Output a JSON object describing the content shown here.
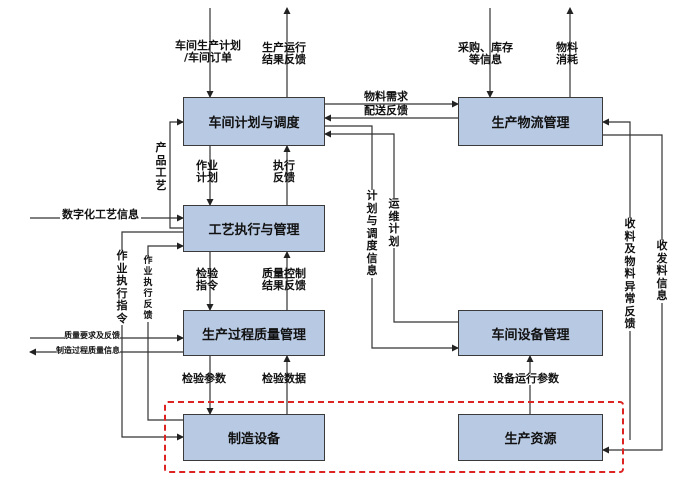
{
  "boxes": {
    "workshop_plan": "车间计划与调度",
    "process_exec": "工艺执行与管理",
    "quality_mgmt": "生产过程质量管理",
    "logistics": "生产物流管理",
    "equipment_mgmt": "车间设备管理",
    "mfg_equipment": "制造设备",
    "production_resources": "生产资源"
  },
  "labels": {
    "top_plan_line1": "车间生产计划",
    "top_plan_line2": "/车间订单",
    "top_feedback_line1": "生产运行",
    "top_feedback_line2": "结果反馈",
    "procure_line1": "采购、库存",
    "procure_line2": "等信息",
    "material_consume_line1": "物料",
    "material_consume_line2": "消耗",
    "material_demand": "物料需求",
    "delivery_feedback": "配送反馈",
    "product_process": "产品工艺",
    "job_plan_line1": "作业",
    "job_plan_line2": "计划",
    "exec_feedback_line1": "执行",
    "exec_feedback_line2": "反馈",
    "digital_process_info": "数字化工艺信息",
    "plan_dispatch_info": "计划与调度信息",
    "ops_plan": "运维计划",
    "receive_abnormal_feedback": "收料及物料异常反馈",
    "receive_issue_info": "收发料信息",
    "job_exec_instr": "作业执行指令",
    "job_exec_feedback": "作业执行反馈",
    "inspect_instr_line1": "检验",
    "inspect_instr_line2": "指令",
    "quality_ctrl_line1": "质量控制",
    "quality_ctrl_line2": "结果反馈",
    "quality_req_feedback": "质量要求及反馈",
    "mfg_quality_info": "制造过程质量信息",
    "inspect_params": "检验参数",
    "inspect_data": "检验数据",
    "equip_run_params": "设备运行参数"
  }
}
